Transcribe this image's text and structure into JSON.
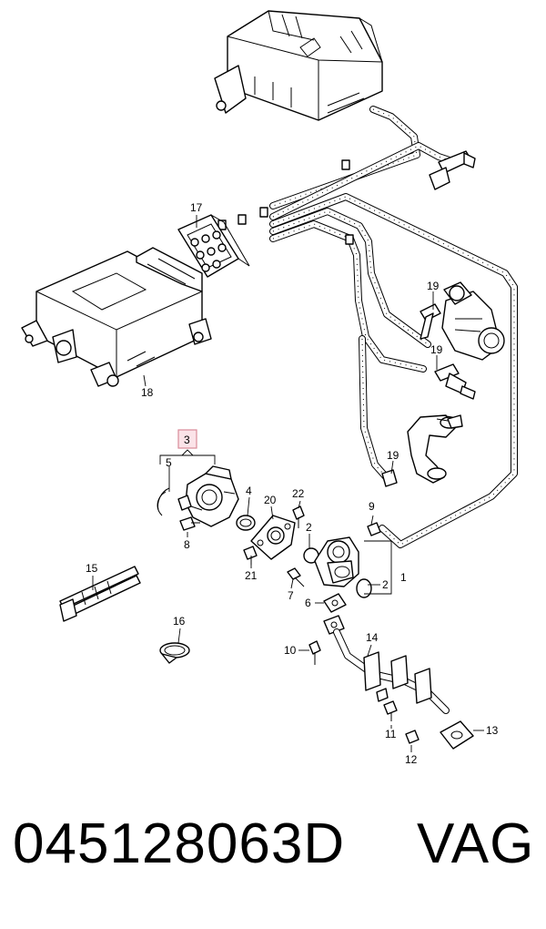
{
  "diagram": {
    "callouts": {
      "c1": "1",
      "c2a": "2",
      "c2b": "2",
      "c3": "3",
      "c4": "4",
      "c5": "5",
      "c6": "6",
      "c7": "7",
      "c8": "8",
      "c9": "9",
      "c10": "10",
      "c11": "11",
      "c12": "12",
      "c13": "13",
      "c14": "14",
      "c15": "15",
      "c16": "16",
      "c17": "17",
      "c18": "18",
      "c19a": "19",
      "c19b": "19",
      "c19c": "19",
      "c20": "20",
      "c21": "21",
      "c22": "22"
    },
    "highlight_color": "#fbe3e8"
  },
  "footer": {
    "part_number": "045128063D",
    "brand": "VAG"
  }
}
